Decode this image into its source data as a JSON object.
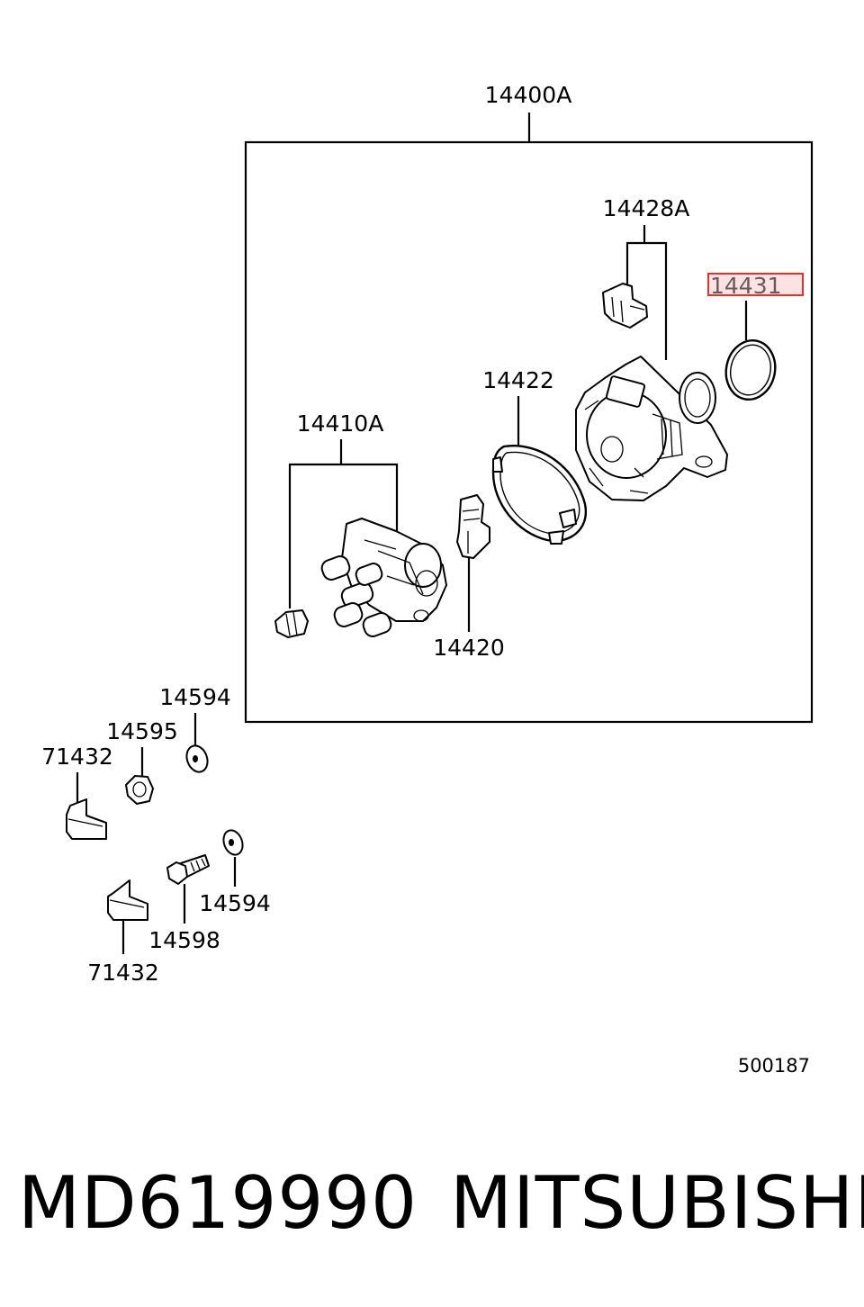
{
  "labels": {
    "assembly": "14400A",
    "sensor_unit": "14428A",
    "o_ring": "14431",
    "gasket": "14422",
    "cap_assy": "14410A",
    "rotor": "14420",
    "washer_upper": "14594",
    "nut": "14595",
    "clamp_upper": "71432",
    "washer_lower": "14594",
    "bolt": "14598",
    "clamp_lower": "71432",
    "diagram_code": "500187"
  },
  "highlight": {
    "label": "14431",
    "color": "#e03030",
    "fill": "#fde2e4"
  },
  "footer": {
    "part_number": "MD619990",
    "brand": "MITSUBISHI"
  }
}
